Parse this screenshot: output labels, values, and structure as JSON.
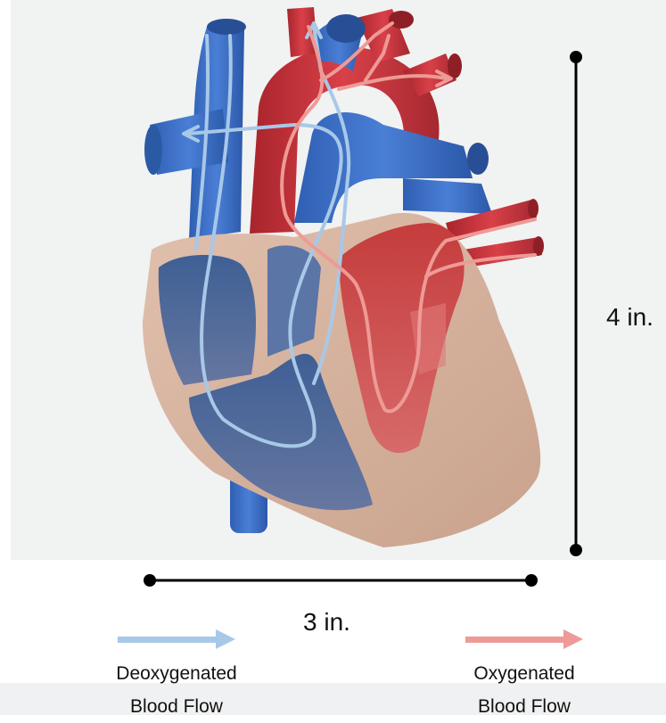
{
  "dimensions": {
    "height_label": "4 in.",
    "width_label": "3 in."
  },
  "legend": {
    "deoxygenated": {
      "line1": "Deoxygenated",
      "line2": "Blood Flow",
      "color": "#a8c8e8"
    },
    "oxygenated": {
      "line1": "Oxygenated",
      "line2": "Blood Flow",
      "color": "#ee9a96"
    }
  },
  "colors": {
    "deoxygenated_vessel": "#3d6fc4",
    "oxygenated_vessel": "#c8323a",
    "heart_tissue": "#d7b39f",
    "background": "#f1f2f2"
  }
}
